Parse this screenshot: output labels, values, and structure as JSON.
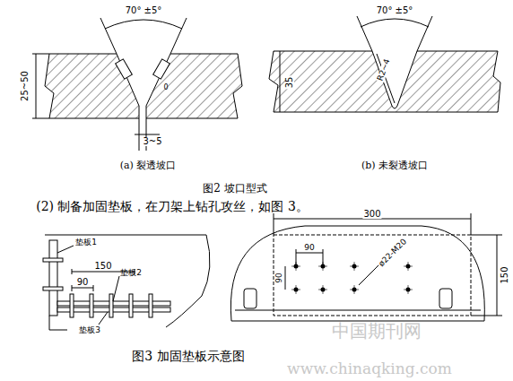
{
  "diagram": {
    "labels": [
      "70° ±5°",
      "25~50",
      "0",
      "3~5",
      "(a) 裂透坡口",
      "70° ±5°",
      "R2~4",
      "35",
      "(b) 未裂透坡口",
      "图2    坡口型式",
      "(2) 制备加固垫板，在刀架上钻孔攻丝，如图 3。",
      "垫板1",
      "150",
      "垫板2",
      "90",
      "垫板3",
      "300",
      "90",
      "90",
      "ø22-M20",
      "150",
      "图3      加固垫板示意图",
      "中国期刊网",
      "www.chinaqking.com"
    ]
  }
}
